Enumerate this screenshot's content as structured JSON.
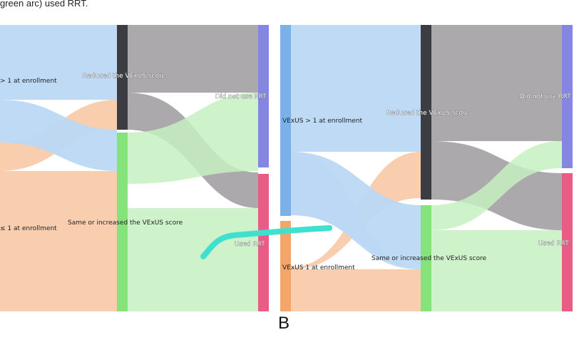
{
  "caption": "green arc) used RRT.",
  "panel_label": "B",
  "colors": {
    "vexus_high": "#bcd8f4",
    "vexus_low": "#f8c9a6",
    "reduced": "#9c9a9c",
    "same": "#c6f0c0",
    "bar_high": "#7ab2e8",
    "bar_low": "#f4a66a",
    "bar_reduced": "#3b3d42",
    "bar_same": "#86e27a",
    "bar_norrt": "#8585e2",
    "bar_rrt": "#e85c86",
    "marker": "#3fe0cf"
  },
  "left_panel": {
    "labels": {
      "high": "> 1 at enrollment",
      "low": "≤ 1 at enrollment",
      "reduced": "Reduced the VExUS score",
      "same": "Same or increased the VExUS score",
      "no_rrt": "Did not use RRT",
      "rrt": "Used RRT"
    }
  },
  "right_panel": {
    "labels": {
      "high": "VExUS > 1 at enrollment",
      "low": "VExUS 1 at enrollment",
      "reduced": "Reduced the VExUS score",
      "same": "Same or increased the VExUS score",
      "no_rrt": "Did not use RRT",
      "rrt": "Used RRT"
    }
  }
}
